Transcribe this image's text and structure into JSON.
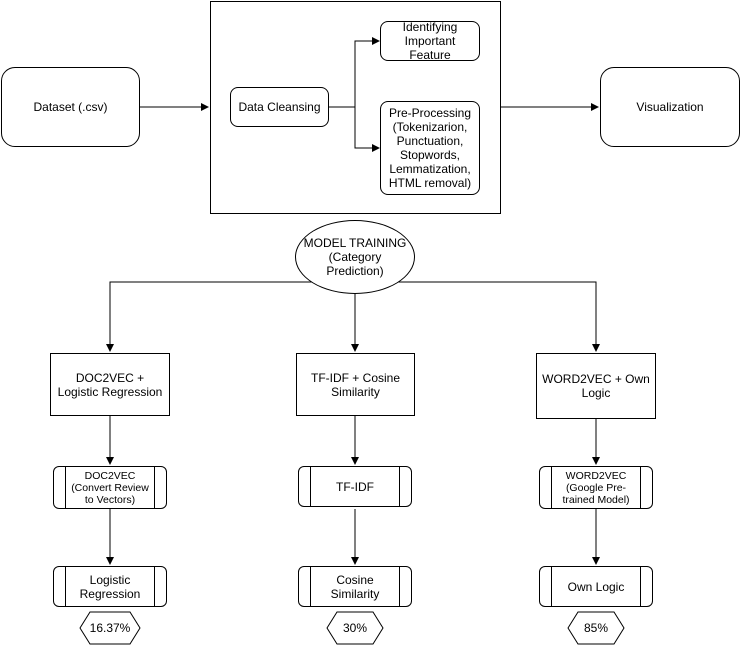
{
  "nodes": {
    "dataset": "Dataset (.csv)",
    "data_cleansing": "Data Cleansing",
    "identifying": "Identifying Important Feature",
    "preprocessing": "Pre-Processing (Tokenizarion, Punctuation, Stopwords, Lemmatization, HTML removal)",
    "visualization": "Visualization",
    "model_training": "MODEL TRAINING (Category Prediction)",
    "doc2vec_logistic": "DOC2VEC + Logistic Regression",
    "tfidf_cosine": "TF-IDF + Cosine Similarity",
    "word2vec_own": "WORD2VEC + Own Logic",
    "doc2vec_step": "DOC2VEC (Convert Review to Vectors)",
    "tfidf_step": "TF-IDF",
    "word2vec_step": "WORD2VEC (Google Pre-trained Model)",
    "logistic_step": "Logistic Regression",
    "cosine_step": "Cosine Similarity",
    "ownlogic_step": "Own Logic"
  },
  "results": {
    "doc2vec": "16.37%",
    "tfidf": "30%",
    "word2vec": "85%"
  }
}
